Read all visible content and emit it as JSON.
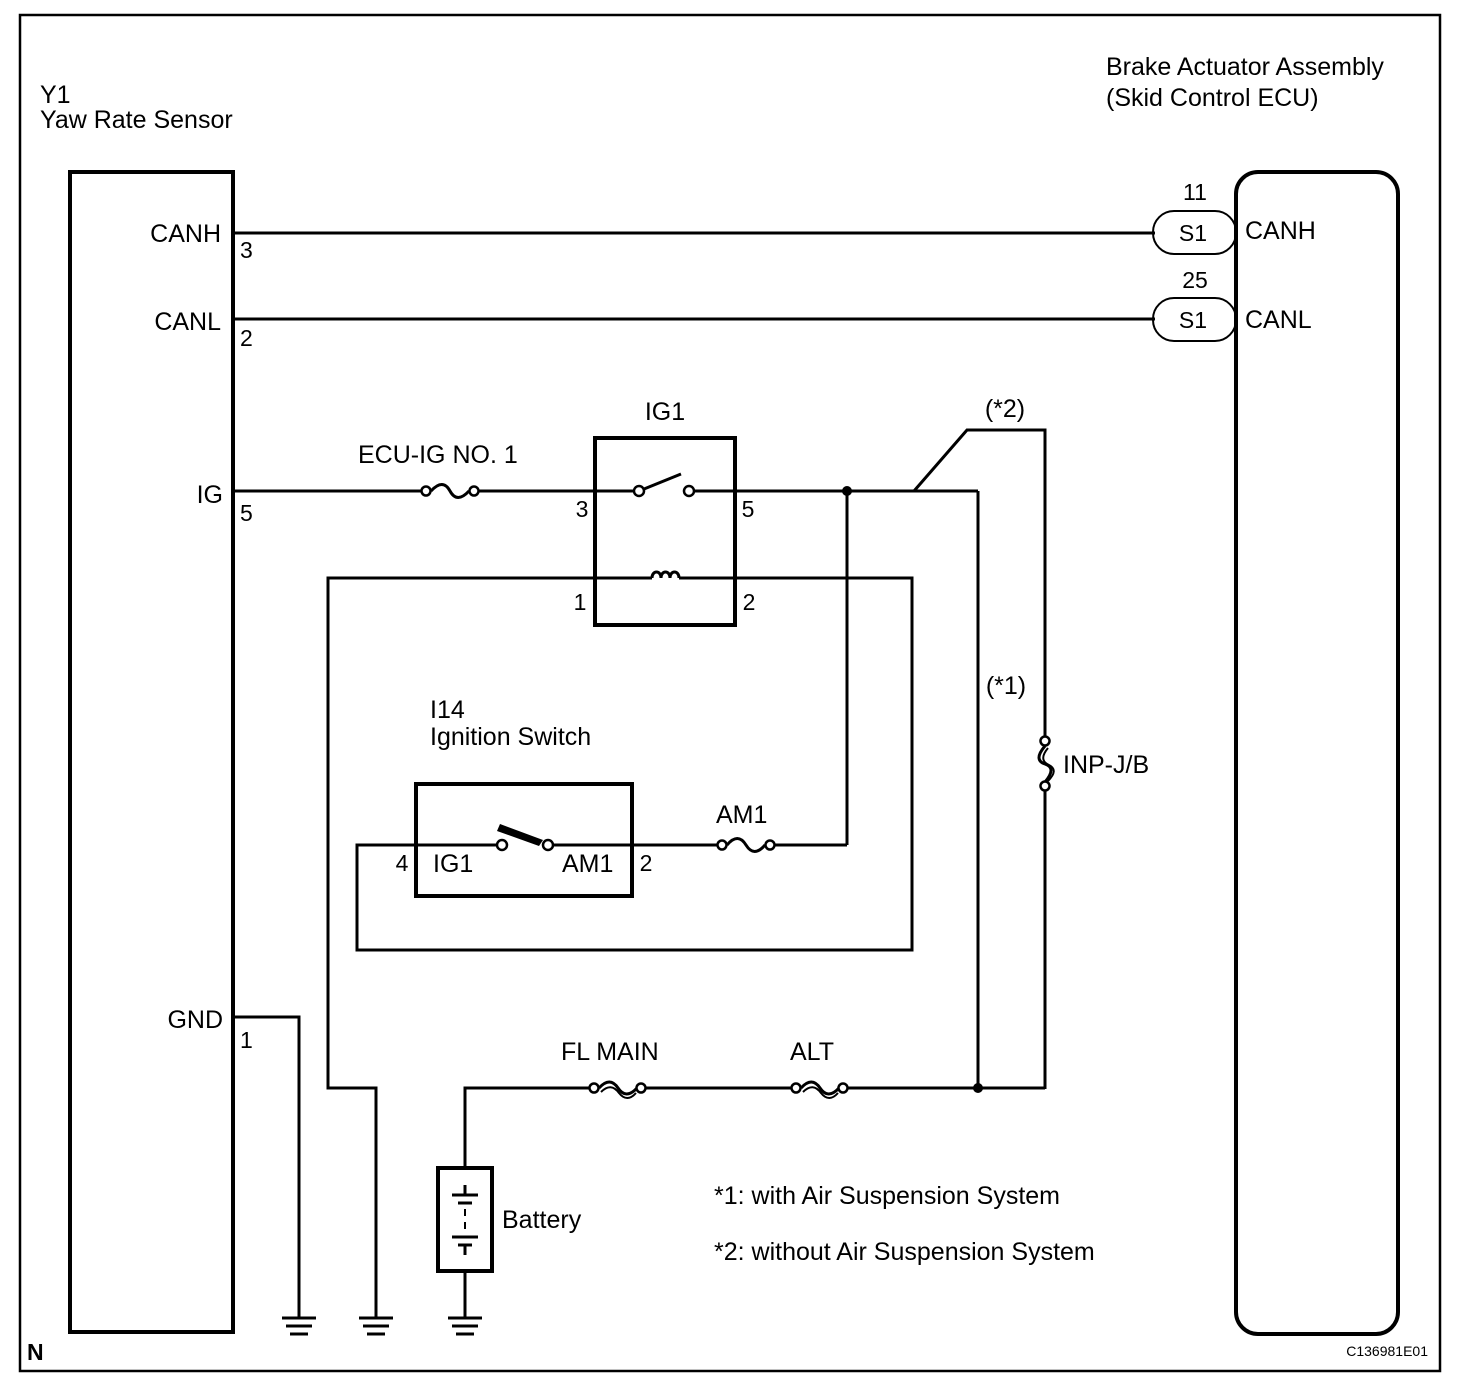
{
  "components": {
    "yaw_sensor": {
      "code": "Y1",
      "name": "Yaw Rate Sensor"
    },
    "brake_actuator": {
      "line1": "Brake Actuator Assembly",
      "line2": "(Skid Control ECU)"
    },
    "ig1_relay": {
      "name": "IG1"
    },
    "ignition_switch": {
      "code": "I14",
      "name": "Ignition Switch",
      "terminal_left": "IG1",
      "terminal_right": "AM1"
    },
    "battery": {
      "name": "Battery"
    }
  },
  "sensor_terminals": {
    "canh": {
      "label": "CANH",
      "pin": "3"
    },
    "canl": {
      "label": "CANL",
      "pin": "2"
    },
    "ig": {
      "label": "IG",
      "pin": "5"
    },
    "gnd": {
      "label": "GND",
      "pin": "1"
    }
  },
  "ecu_terminals": {
    "canh": {
      "label": "CANH",
      "pin": "11",
      "connector": "S1"
    },
    "canl": {
      "label": "CANL",
      "pin": "25",
      "connector": "S1"
    }
  },
  "relay_pins": {
    "p3": "3",
    "p5": "5",
    "p1": "1",
    "p2": "2"
  },
  "switch_pins": {
    "p4": "4",
    "p2": "2"
  },
  "fuses": {
    "ecu_ig": "ECU-IG NO. 1",
    "am1": "AM1",
    "fl_main": "FL MAIN",
    "alt": "ALT",
    "inp_jb": "INP-J/B"
  },
  "variants": {
    "v1": "(*1)",
    "v2": "(*2)"
  },
  "notes": {
    "note1": "*1: with Air Suspension System",
    "note2": "*2: without Air Suspension System"
  },
  "corner_mark": "N",
  "figure_code": "C136981E01"
}
